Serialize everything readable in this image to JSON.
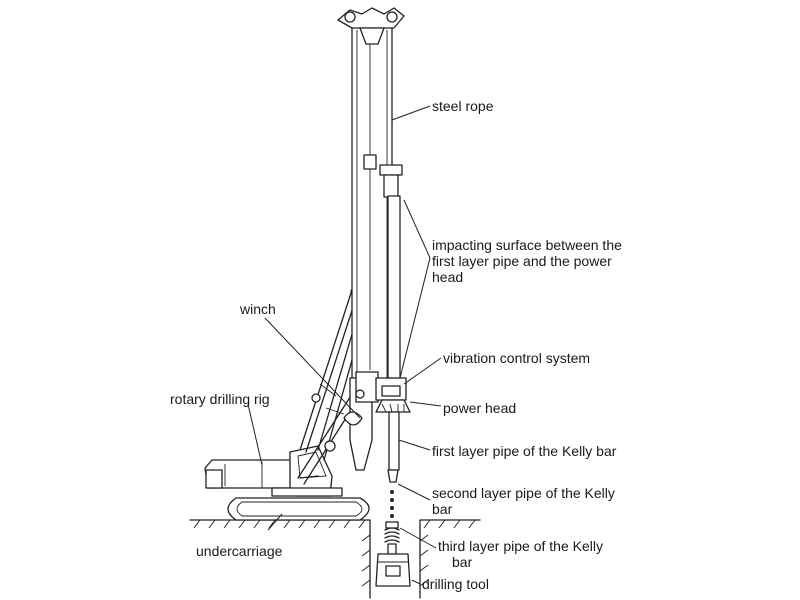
{
  "labels": {
    "steel_rope": "steel rope",
    "impact_1": "impacting surface between the",
    "impact_2": "first layer pipe and the power",
    "impact_3": "head",
    "winch": "winch",
    "vibration": "vibration control system",
    "rotary": "rotary drilling rig",
    "power_head": "power head",
    "first_pipe": "first layer pipe of the Kelly bar",
    "second_1": "second layer pipe of the Kelly",
    "second_2": "bar",
    "undercarriage": "undercarriage",
    "third_1": "third layer pipe of the Kelly",
    "third_2": "bar",
    "drilling_tool": "drilling tool"
  },
  "colors": {
    "line": "#222222",
    "background": "#ffffff"
  }
}
